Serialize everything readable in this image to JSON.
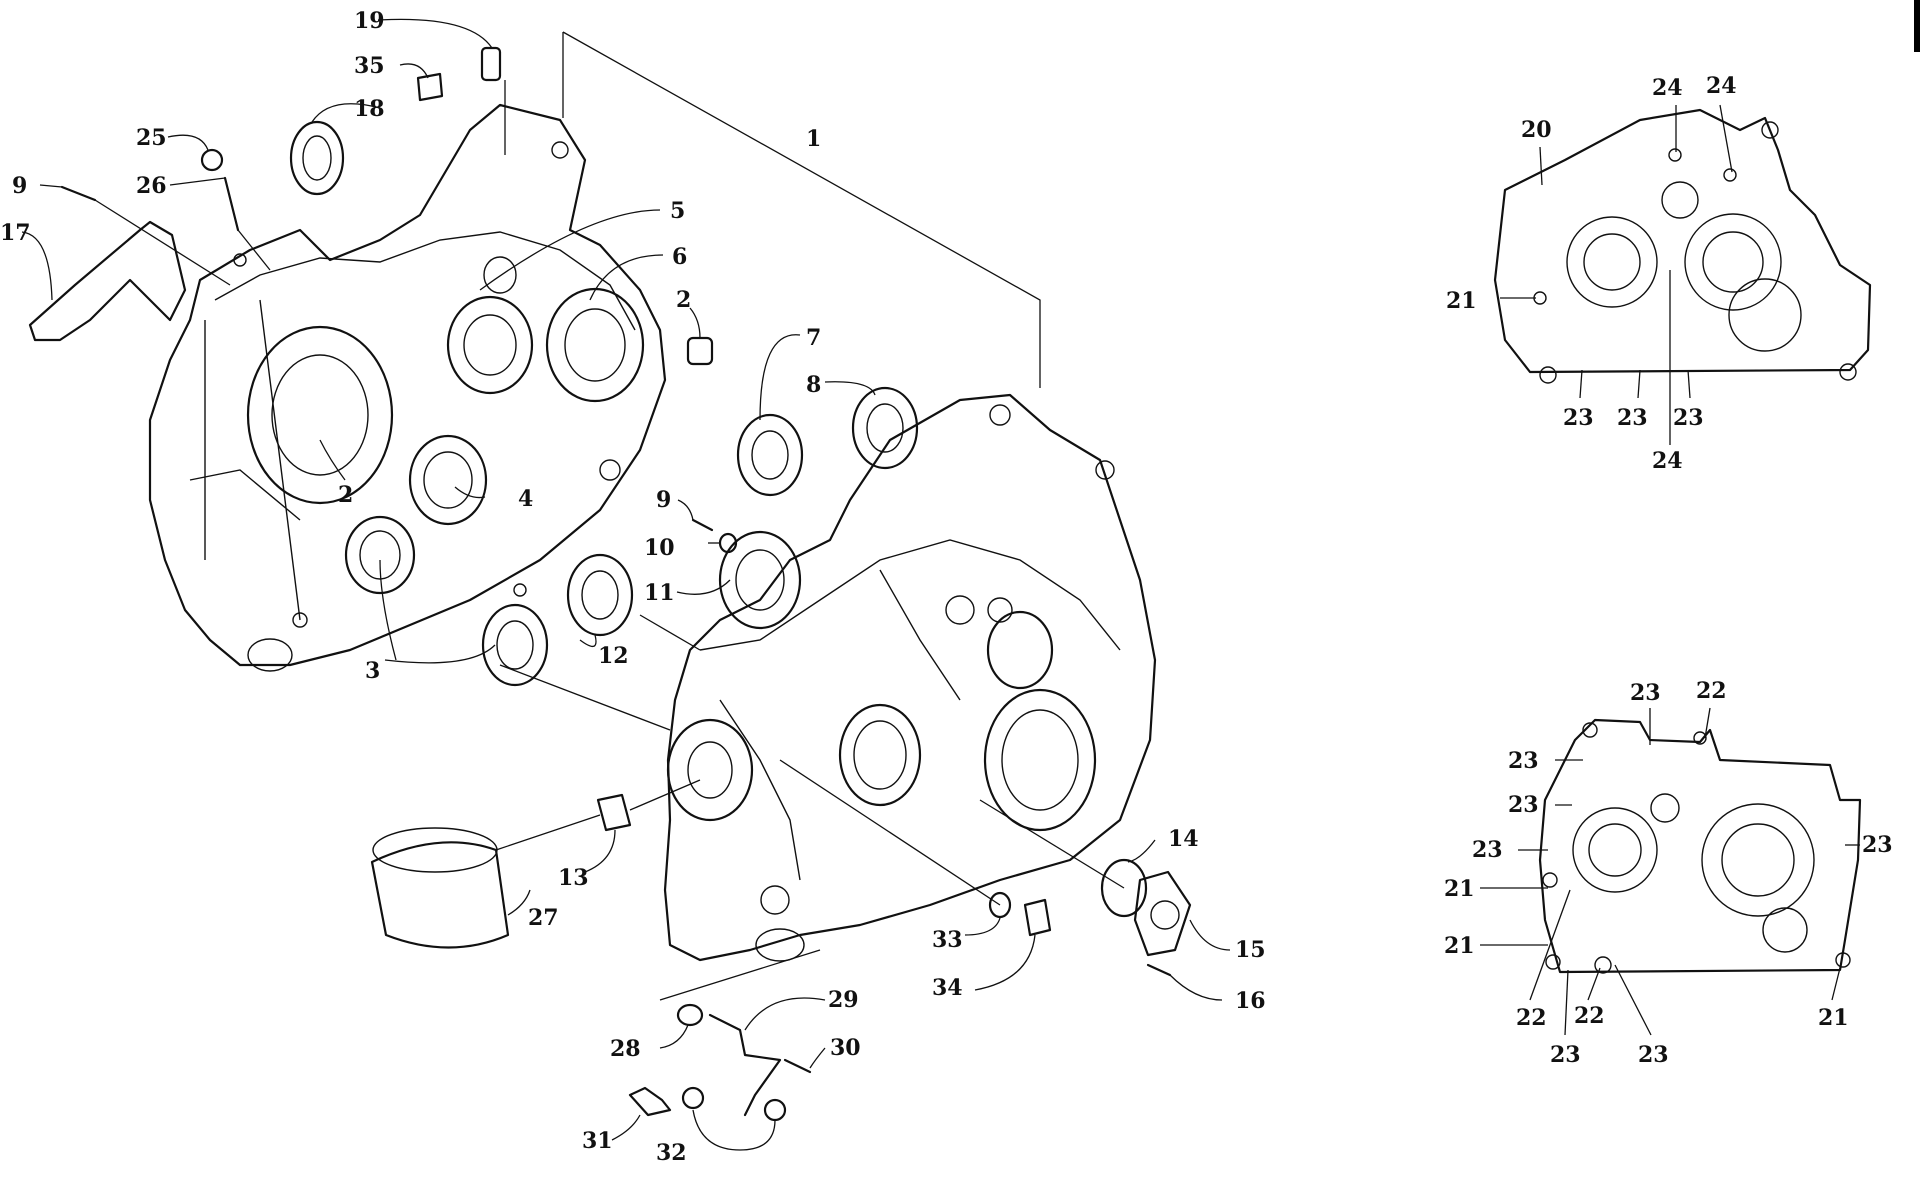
{
  "diagram": {
    "callouts_main": [
      {
        "key": "c19",
        "text": "19"
      },
      {
        "key": "c35",
        "text": "35"
      },
      {
        "key": "c18",
        "text": "18"
      },
      {
        "key": "c25",
        "text": "25"
      },
      {
        "key": "c26",
        "text": "26"
      },
      {
        "key": "c9a",
        "text": "9"
      },
      {
        "key": "c17",
        "text": "17"
      },
      {
        "key": "c1",
        "text": "1"
      },
      {
        "key": "c5",
        "text": "5"
      },
      {
        "key": "c6",
        "text": "6"
      },
      {
        "key": "c2a",
        "text": "2"
      },
      {
        "key": "c2b",
        "text": "2"
      },
      {
        "key": "c7",
        "text": "7"
      },
      {
        "key": "c8",
        "text": "8"
      },
      {
        "key": "c4",
        "text": "4"
      },
      {
        "key": "c9b",
        "text": "9"
      },
      {
        "key": "c10",
        "text": "10"
      },
      {
        "key": "c11",
        "text": "11"
      },
      {
        "key": "c12",
        "text": "12"
      },
      {
        "key": "c3",
        "text": "3"
      },
      {
        "key": "c13",
        "text": "13"
      },
      {
        "key": "c27",
        "text": "27"
      },
      {
        "key": "c14",
        "text": "14"
      },
      {
        "key": "c15",
        "text": "15"
      },
      {
        "key": "c16",
        "text": "16"
      },
      {
        "key": "c33",
        "text": "33"
      },
      {
        "key": "c34",
        "text": "34"
      },
      {
        "key": "c29",
        "text": "29"
      },
      {
        "key": "c28",
        "text": "28"
      },
      {
        "key": "c30",
        "text": "30"
      },
      {
        "key": "c31",
        "text": "31"
      },
      {
        "key": "c32",
        "text": "32"
      }
    ],
    "callouts_top_right": [
      {
        "key": "t24a",
        "text": "24"
      },
      {
        "key": "t24b",
        "text": "24"
      },
      {
        "key": "t20",
        "text": "20"
      },
      {
        "key": "t21",
        "text": "21"
      },
      {
        "key": "t23a",
        "text": "23"
      },
      {
        "key": "t23b",
        "text": "23"
      },
      {
        "key": "t23c",
        "text": "23"
      },
      {
        "key": "t24c",
        "text": "24"
      }
    ],
    "callouts_bottom_right": [
      {
        "key": "b23a",
        "text": "23"
      },
      {
        "key": "b22a",
        "text": "22"
      },
      {
        "key": "b23b",
        "text": "23"
      },
      {
        "key": "b23c",
        "text": "23"
      },
      {
        "key": "b23d",
        "text": "23"
      },
      {
        "key": "b23e",
        "text": "23"
      },
      {
        "key": "b21a",
        "text": "21"
      },
      {
        "key": "b21b",
        "text": "21"
      },
      {
        "key": "b22b",
        "text": "22"
      },
      {
        "key": "b22c",
        "text": "22"
      },
      {
        "key": "b23f",
        "text": "23"
      },
      {
        "key": "b23g",
        "text": "23"
      },
      {
        "key": "b21c",
        "text": "21"
      }
    ]
  }
}
